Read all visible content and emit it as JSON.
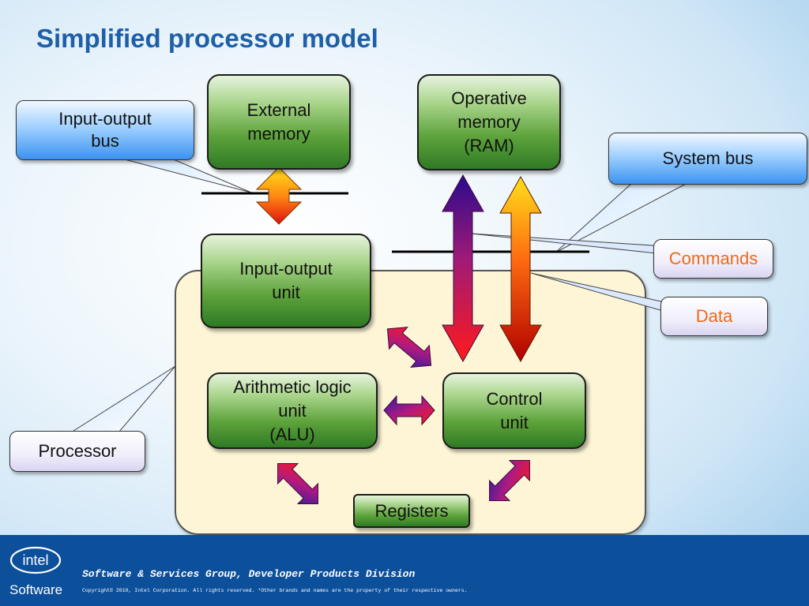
{
  "slide": {
    "title": "Simplified processor model",
    "colors": {
      "title": "#1f5fa8",
      "green_box": "#5ea33c",
      "processor_panel": "#fdf5d6",
      "callout_blue": "#3b93f0",
      "orange_label": "#f06a14",
      "footer": "#0c4f9a"
    }
  },
  "boxes": {
    "external_memory": "External\nmemory",
    "ram": "Operative\nmemory\n(RAM)",
    "io_unit": "Input-output\nunit",
    "alu": "Arithmetic logic\nunit\n(ALU)",
    "control_unit": "Control\nunit",
    "registers": "Registers"
  },
  "callouts": {
    "io_bus": "Input-output\nbus",
    "system_bus": "System bus",
    "commands": "Commands",
    "data": "Data",
    "processor": "Processor"
  },
  "footer": {
    "logo_text": "intel",
    "logo_sub": "Software",
    "group": "Software & Services Group, Developer Products Division",
    "copyright": "Copyright© 2010, Intel Corporation. All rights reserved. *Other brands and names are the property of their respective owners."
  }
}
